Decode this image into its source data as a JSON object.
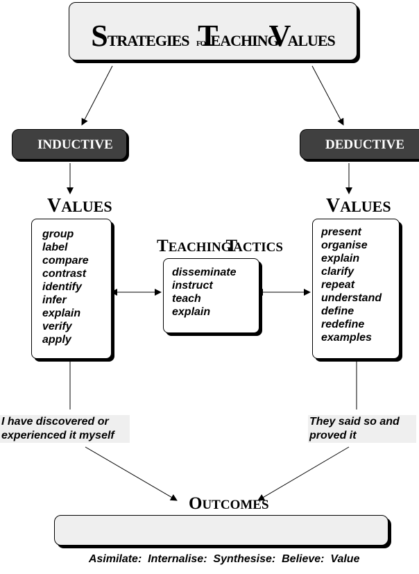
{
  "title": {
    "s_cap": "S",
    "strategies": "TRATEGIES",
    "for": "FOR",
    "t_cap": "T",
    "teaching": "EACHING",
    "v_cap": "V",
    "values": "ALUES"
  },
  "left": {
    "method": "INDUCTIVE",
    "heading_cap": "V",
    "heading_rest": "ALUES",
    "items": [
      "group",
      "label",
      "compare",
      "contrast",
      "identify",
      "infer",
      "explain",
      "verify",
      "apply"
    ],
    "note": [
      "I have discovered or",
      "experienced it myself"
    ]
  },
  "right": {
    "method": "DEDUCTIVE",
    "heading_cap": "V",
    "heading_rest": "ALUES",
    "items": [
      "present",
      "organise",
      "explain",
      "clarify",
      "repeat",
      "understand",
      "define",
      "redefine",
      "examples"
    ],
    "note": [
      "They said so and",
      "proved it"
    ]
  },
  "tactics": {
    "heading_cap1": "T",
    "heading_rest1": "EACHING",
    "heading_cap2": "T",
    "heading_rest2": "ACTICS",
    "items": [
      "disseminate",
      "instruct",
      "teach",
      "explain"
    ]
  },
  "outcomes": {
    "heading_cap": "O",
    "heading_rest": "UTCOMES",
    "text": "Asimilate:  Internalise:  Synthesise:  Believe:  Value"
  }
}
